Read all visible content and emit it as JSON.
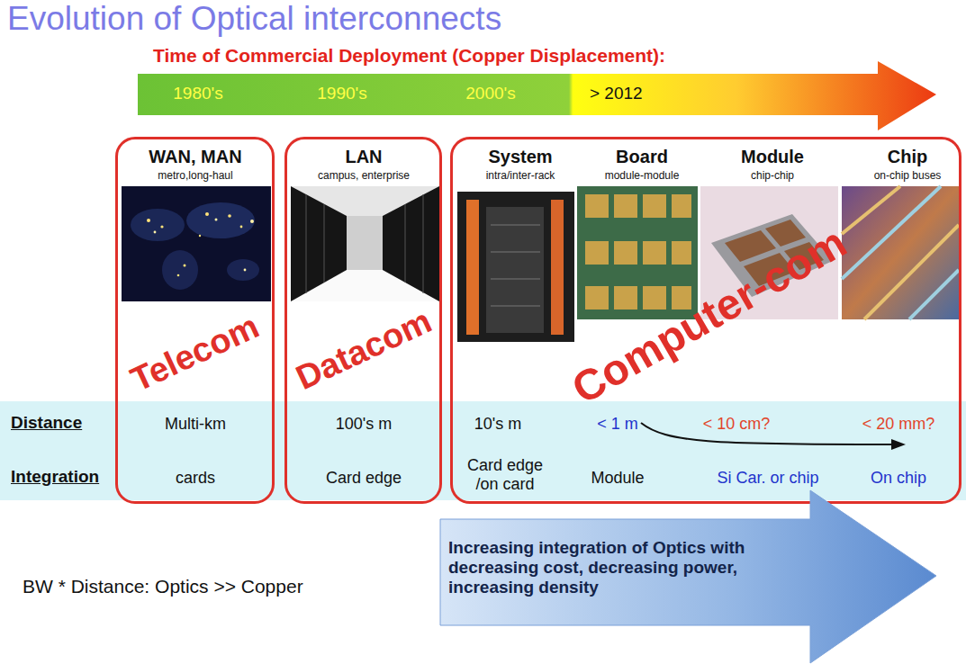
{
  "diagram": {
    "title": "Evolution of Optical interconnects",
    "nodes": [
      {
        "text": [
          "Time of Commercial Deployment (Copper Displacement):",
          "1980's",
          "1990's",
          "2000's",
          "> 2012"
        ]
      },
      {
        "text": [
          "WAN, MAN",
          "metro,long-haul",
          "Telecom",
          "Multi-km",
          "cards"
        ]
      },
      {
        "text": [
          "LAN",
          "campus, enterprise",
          "Datacom",
          "100's m",
          "Card edge"
        ]
      },
      {
        "text": [
          "System",
          "intra/inter-rack",
          "Board",
          "module-module",
          "Module",
          "chip-chip",
          "Chip",
          "on-chip buses",
          "Computer-com",
          "10's m",
          "< 1 m",
          "< 10 cm?",
          "< 20 mm?",
          "Card edge /on card",
          "Module",
          "Si Car. or chip",
          "On chip"
        ]
      },
      {
        "text": [
          "Increasing integration of Optics with decreasing cost, decreasing power, increasing density"
        ]
      }
    ],
    "labels": [
      "Distance",
      "Integration",
      "BW * Distance: Optics >> Copper"
    ]
  }
}
